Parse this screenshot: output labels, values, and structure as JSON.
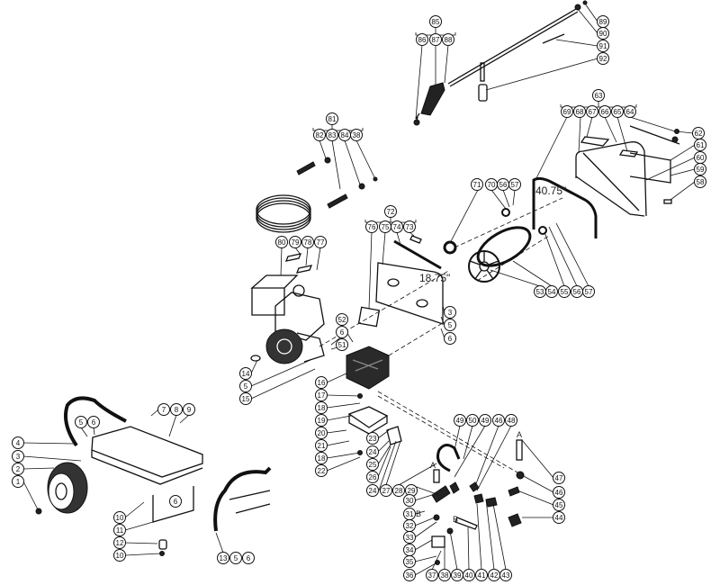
{
  "diagram_type": "exploded parts diagram - pressure washer",
  "dimensions": {
    "belt_length_small": "18.75\"",
    "belt_length_large": "40.75\""
  },
  "callouts": [
    "85",
    "86",
    "87",
    "88",
    "89",
    "90",
    "91",
    "92",
    "63",
    "69",
    "68",
    "67",
    "66",
    "65",
    "64",
    "62",
    "61",
    "60",
    "59",
    "58",
    "71",
    "70",
    "56",
    "57",
    "53",
    "54",
    "55",
    "56",
    "57",
    "72",
    "76",
    "75",
    "74",
    "73",
    "81",
    "82",
    "83",
    "84",
    "38",
    "80",
    "79",
    "78",
    "77",
    "52",
    "6",
    "51",
    "14",
    "5",
    "15",
    "3",
    "5",
    "6",
    "16",
    "17",
    "18",
    "19",
    "20",
    "21",
    "18",
    "22",
    "23",
    "24",
    "25",
    "26",
    "24",
    "27",
    "28",
    "29",
    "30",
    "31",
    "32",
    "33",
    "34",
    "35",
    "36",
    "37",
    "38",
    "39",
    "40",
    "41",
    "42",
    "43",
    "49",
    "50",
    "49",
    "46",
    "48",
    "47",
    "46",
    "45",
    "44",
    "4",
    "3",
    "2",
    "1",
    "5",
    "6",
    "7",
    "8",
    "9",
    "10",
    "11",
    "12",
    "10",
    "6",
    "13",
    "5",
    "6"
  ],
  "connector_marks": [
    "A",
    "A",
    "B",
    "B"
  ]
}
